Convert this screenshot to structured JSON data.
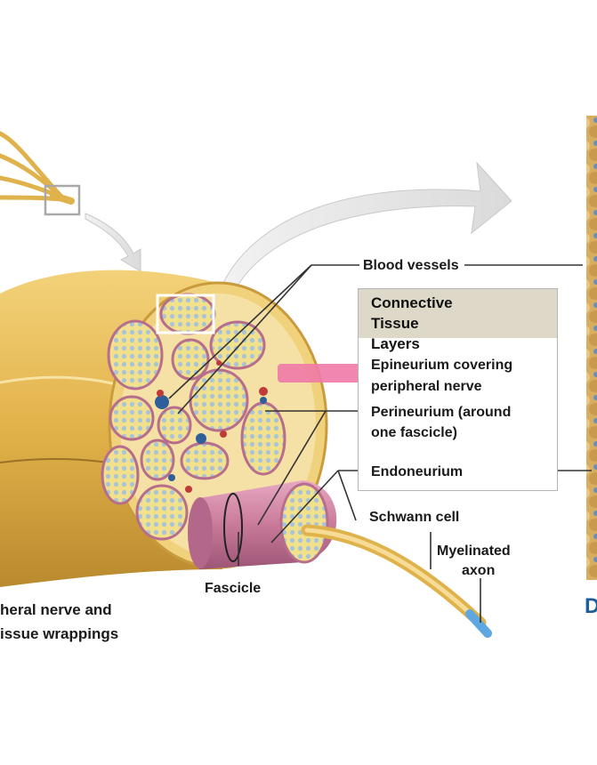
{
  "labels": {
    "blood_vessels": "Blood vessels",
    "perineurium_line1": "Perineurium (around",
    "perineurium_line2": "one fascicle)",
    "endoneurium": "Endoneurium",
    "schwann_cell": "Schwann cell",
    "myelinated_line1": "Myelinated",
    "myelinated_line2": "axon",
    "fascicle": "Fascicle"
  },
  "legend_box": {
    "title_line1": "Connective",
    "title_line2": "Tissue",
    "title_line3": "Layers",
    "epineurium_line1": "Epineurium covering",
    "epineurium_line2": "peripheral nerve"
  },
  "caption": {
    "line1": "heral nerve and",
    "line2": "issue wrappings"
  },
  "cut_letter": "D",
  "colors": {
    "nerve_gold": "#e8c15a",
    "perineurium_pink": "#c97a9a",
    "highlight_pink": "#f07aa8",
    "micrograph_tan": "#d9b36a",
    "vessel_blue": "#2f5f9a",
    "vessel_red": "#c03a3a"
  }
}
